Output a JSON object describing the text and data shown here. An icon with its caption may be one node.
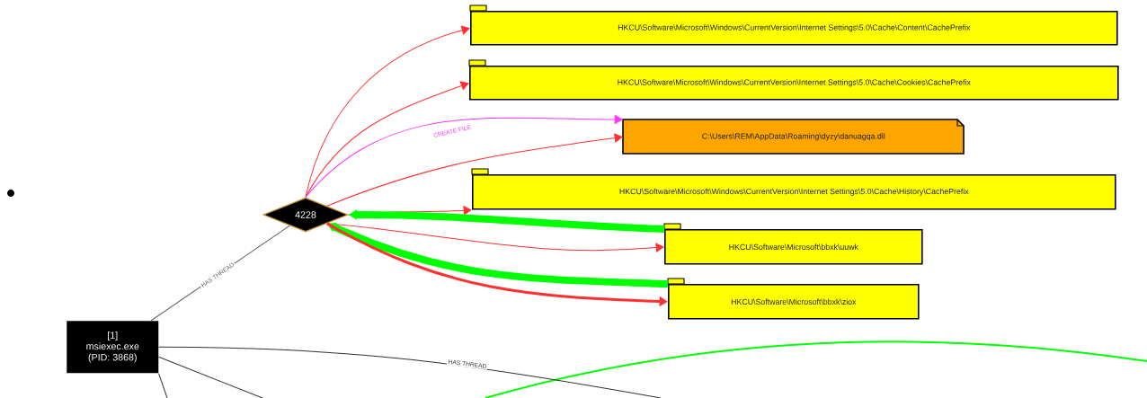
{
  "diagram": {
    "nodes": [
      {
        "text": [
          "[1]",
          "msiexec.exe",
          "(PID: 3868)"
        ]
      },
      {
        "text": [
          "4228"
        ]
      },
      {
        "text": [
          "HKCU\\Software\\Microsoft\\Windows\\CurrentVersion\\Internet Settings\\5.0\\Cache\\Content\\CachePrefix"
        ]
      },
      {
        "text": [
          "HKCU\\Software\\Microsoft\\Windows\\CurrentVersion\\Internet Settings\\5.0\\Cache\\Cookies\\CachePrefix"
        ]
      },
      {
        "text": [
          "C:\\Users\\REM\\AppData\\Roaming\\dyzy\\danuagqa.dll"
        ]
      },
      {
        "text": [
          "HKCU\\Software\\Microsoft\\Windows\\CurrentVersion\\Internet Settings\\5.0\\Cache\\History\\CachePrefix"
        ]
      },
      {
        "text": [
          "HKCU\\Software\\Microsoft\\bbxk\\uuwk"
        ]
      },
      {
        "text": [
          "HKCU\\Software\\Microsoft\\bbxk\\ziox"
        ]
      }
    ],
    "edges": [
      {
        "from": 0,
        "to": 1,
        "arrow": "none",
        "label": "HAS THREAD",
        "color": "#666666"
      },
      {
        "from": 1,
        "to": 2,
        "arrow": "to"
      },
      {
        "from": 1,
        "to": 3,
        "arrow": "to"
      },
      {
        "from": 1,
        "to": 4,
        "arrow": "to",
        "label": "CREATE FILE",
        "color": "#ff33ff"
      },
      {
        "from": 1,
        "to": 4,
        "arrow": "to"
      },
      {
        "from": 1,
        "to": 5,
        "arrow": "to"
      },
      {
        "from": 6,
        "to": 1,
        "arrow": "to",
        "style": "thick",
        "color": "#00ff00"
      },
      {
        "from": 1,
        "to": 6,
        "arrow": "to"
      },
      {
        "from": 7,
        "to": 1,
        "arrow": "to",
        "style": "thick",
        "color": "#00ff00"
      },
      {
        "from": 1,
        "to": 7,
        "arrow": "to",
        "style": "thick"
      },
      {
        "from": 0,
        "to": null,
        "arrow": "none",
        "label": "HAS THREAD",
        "color": "#333333"
      },
      {
        "from": 0,
        "to": null,
        "arrow": "none",
        "color": "#333333"
      },
      {
        "from": 0,
        "to": null,
        "arrow": "none",
        "color": "#333333"
      }
    ]
  }
}
